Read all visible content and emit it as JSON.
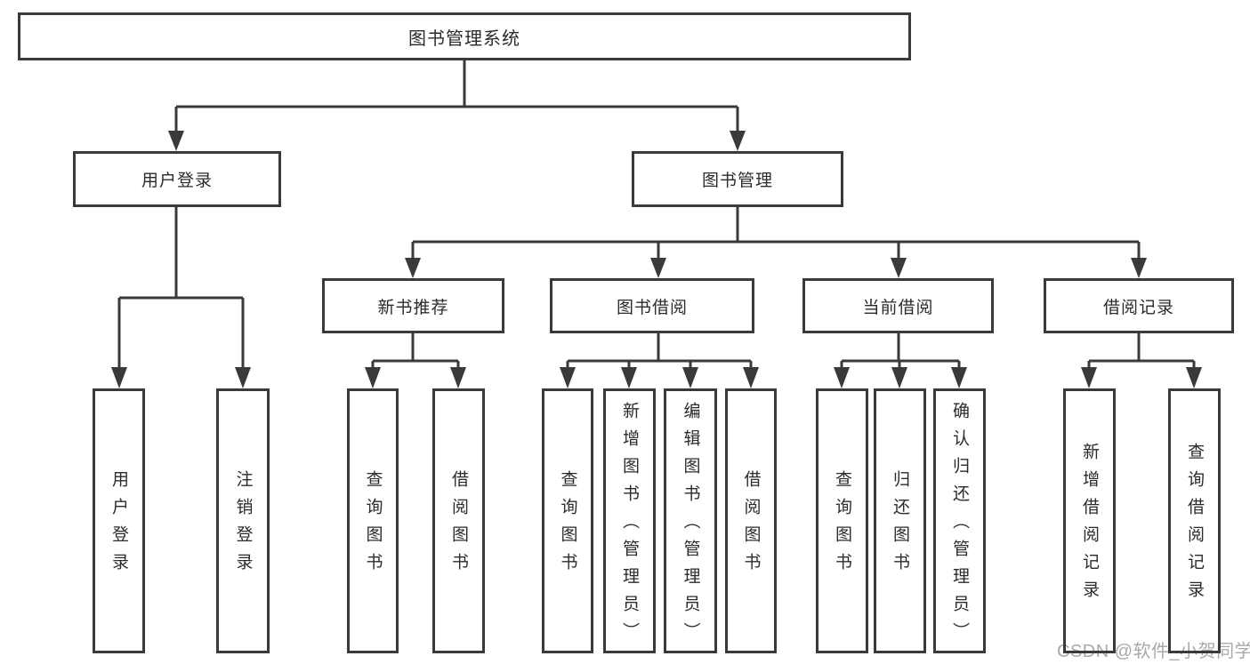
{
  "colors": {
    "line": "#3a3a3a",
    "box_border": "#3a3a3a",
    "text": "#2b2b2b",
    "background": "#ffffff",
    "watermark_text": "#a9a9a9"
  },
  "watermark": "CSDN @软件_小贺同学",
  "tree": {
    "label": "图书管理系统",
    "children": [
      {
        "label": "用户登录",
        "children": [
          {
            "label": "用户登录"
          },
          {
            "label": "注销登录"
          }
        ]
      },
      {
        "label": "图书管理",
        "children": [
          {
            "label": "新书推荐",
            "children": [
              {
                "label": "查询图书"
              },
              {
                "label": "借阅图书"
              }
            ]
          },
          {
            "label": "图书借阅",
            "children": [
              {
                "label": "查询图书"
              },
              {
                "label": "新增图书（管理员）"
              },
              {
                "label": "编辑图书（管理员）"
              },
              {
                "label": "借阅图书"
              }
            ]
          },
          {
            "label": "当前借阅",
            "children": [
              {
                "label": "查询图书"
              },
              {
                "label": "归还图书"
              },
              {
                "label": "确认归还（管理员）"
              }
            ]
          },
          {
            "label": "借阅记录",
            "children": [
              {
                "label": "新增借阅记录"
              },
              {
                "label": "查询借阅记录"
              }
            ]
          }
        ]
      }
    ]
  }
}
